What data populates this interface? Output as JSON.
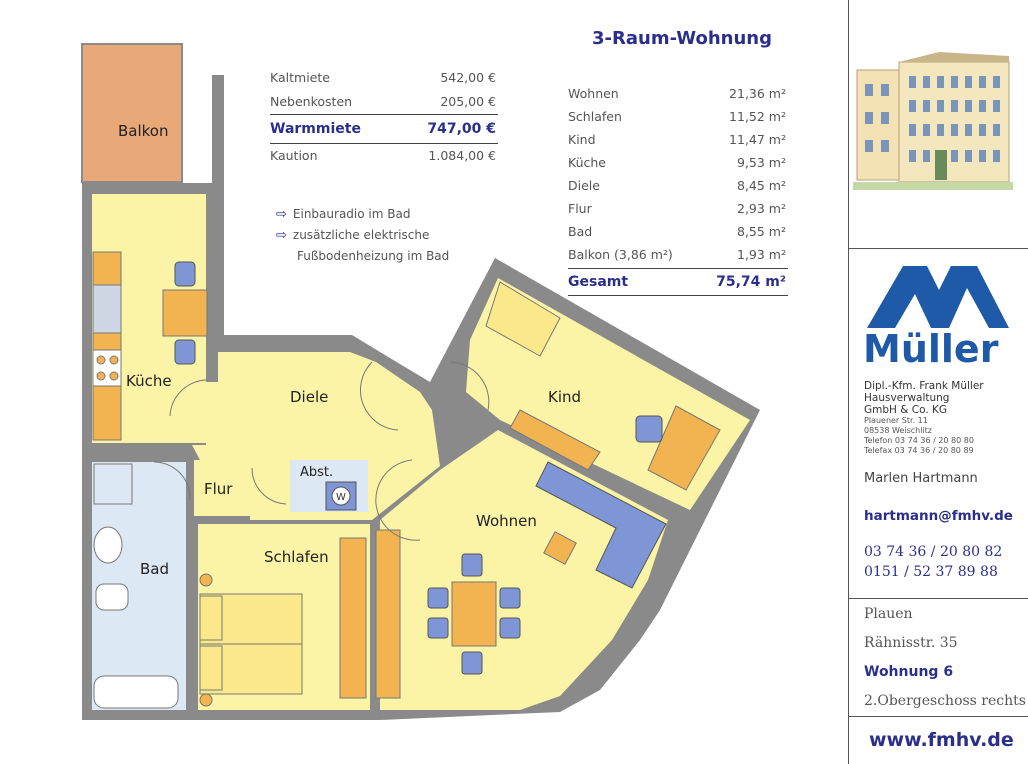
{
  "costs": {
    "rows": [
      {
        "label": "Kaltmiete",
        "value": "542,00 €"
      },
      {
        "label": "Nebenkosten",
        "value": "205,00 €"
      },
      {
        "label": "Warmmiete",
        "value": "747,00 €"
      },
      {
        "label": "Kaution",
        "value": "1.084,00 €"
      }
    ]
  },
  "notes": [
    "Einbauradio im Bad",
    "zusätzliche elektrische",
    "Fußbodenheizung im Bad"
  ],
  "title": {
    "number": "3",
    "rest": "-Raum-Wohnung"
  },
  "areas": {
    "rows": [
      {
        "label": "Wohnen",
        "value": "21,36 m²"
      },
      {
        "label": "Schlafen",
        "value": "11,52 m²"
      },
      {
        "label": "Kind",
        "value": "11,47 m²"
      },
      {
        "label": "Küche",
        "value": "9,53 m²"
      },
      {
        "label": "Diele",
        "value": "8,45 m²"
      },
      {
        "label": "Flur",
        "value": "2,93 m²"
      },
      {
        "label": "Bad",
        "value": "8,55 m²"
      },
      {
        "label": "Balkon (3,86 m²)",
        "value": "1,93 m²"
      }
    ],
    "total": {
      "label": "Gesamt",
      "value": "75,74 m²"
    }
  },
  "rooms": {
    "balkon": "Balkon",
    "kueche": "Küche",
    "diele": "Diele",
    "kind": "Kind",
    "flur": "Flur",
    "abst": "Abst.",
    "w": "W",
    "bad": "Bad",
    "schlafen": "Schlafen",
    "wohnen": "Wohnen"
  },
  "company": {
    "logo_text": "Müller",
    "lines": [
      "Dipl.-Kfm. Frank Müller",
      "Hausverwaltung",
      "GmbH & Co. KG"
    ],
    "small_lines": [
      "Plauener Str. 11",
      "08538 Weischlitz",
      "Telefon  03 74 36 / 20 80 80",
      "Telefax 03 74 36 / 20 80 89"
    ]
  },
  "contact": {
    "name": "Marlen Hartmann",
    "email": "hartmann@fmhv.de",
    "phones": [
      "03 74 36 / 20 80 82",
      "0151 / 52 37 89 88"
    ]
  },
  "address": {
    "city": "Plauen",
    "street": "Rähnisstr. 35",
    "unit": "Wohnung 6",
    "floor": "2.Obergeschoss rechts"
  },
  "website": "www.fmhv.de",
  "colors": {
    "brand": "#2b2f8c",
    "room": "#fbf4a6",
    "bath": "#dce8f4",
    "balcony": "#e8a878",
    "wall": "#888888",
    "furniture": "#f2b450",
    "blue_furniture": "#7f96d6"
  }
}
